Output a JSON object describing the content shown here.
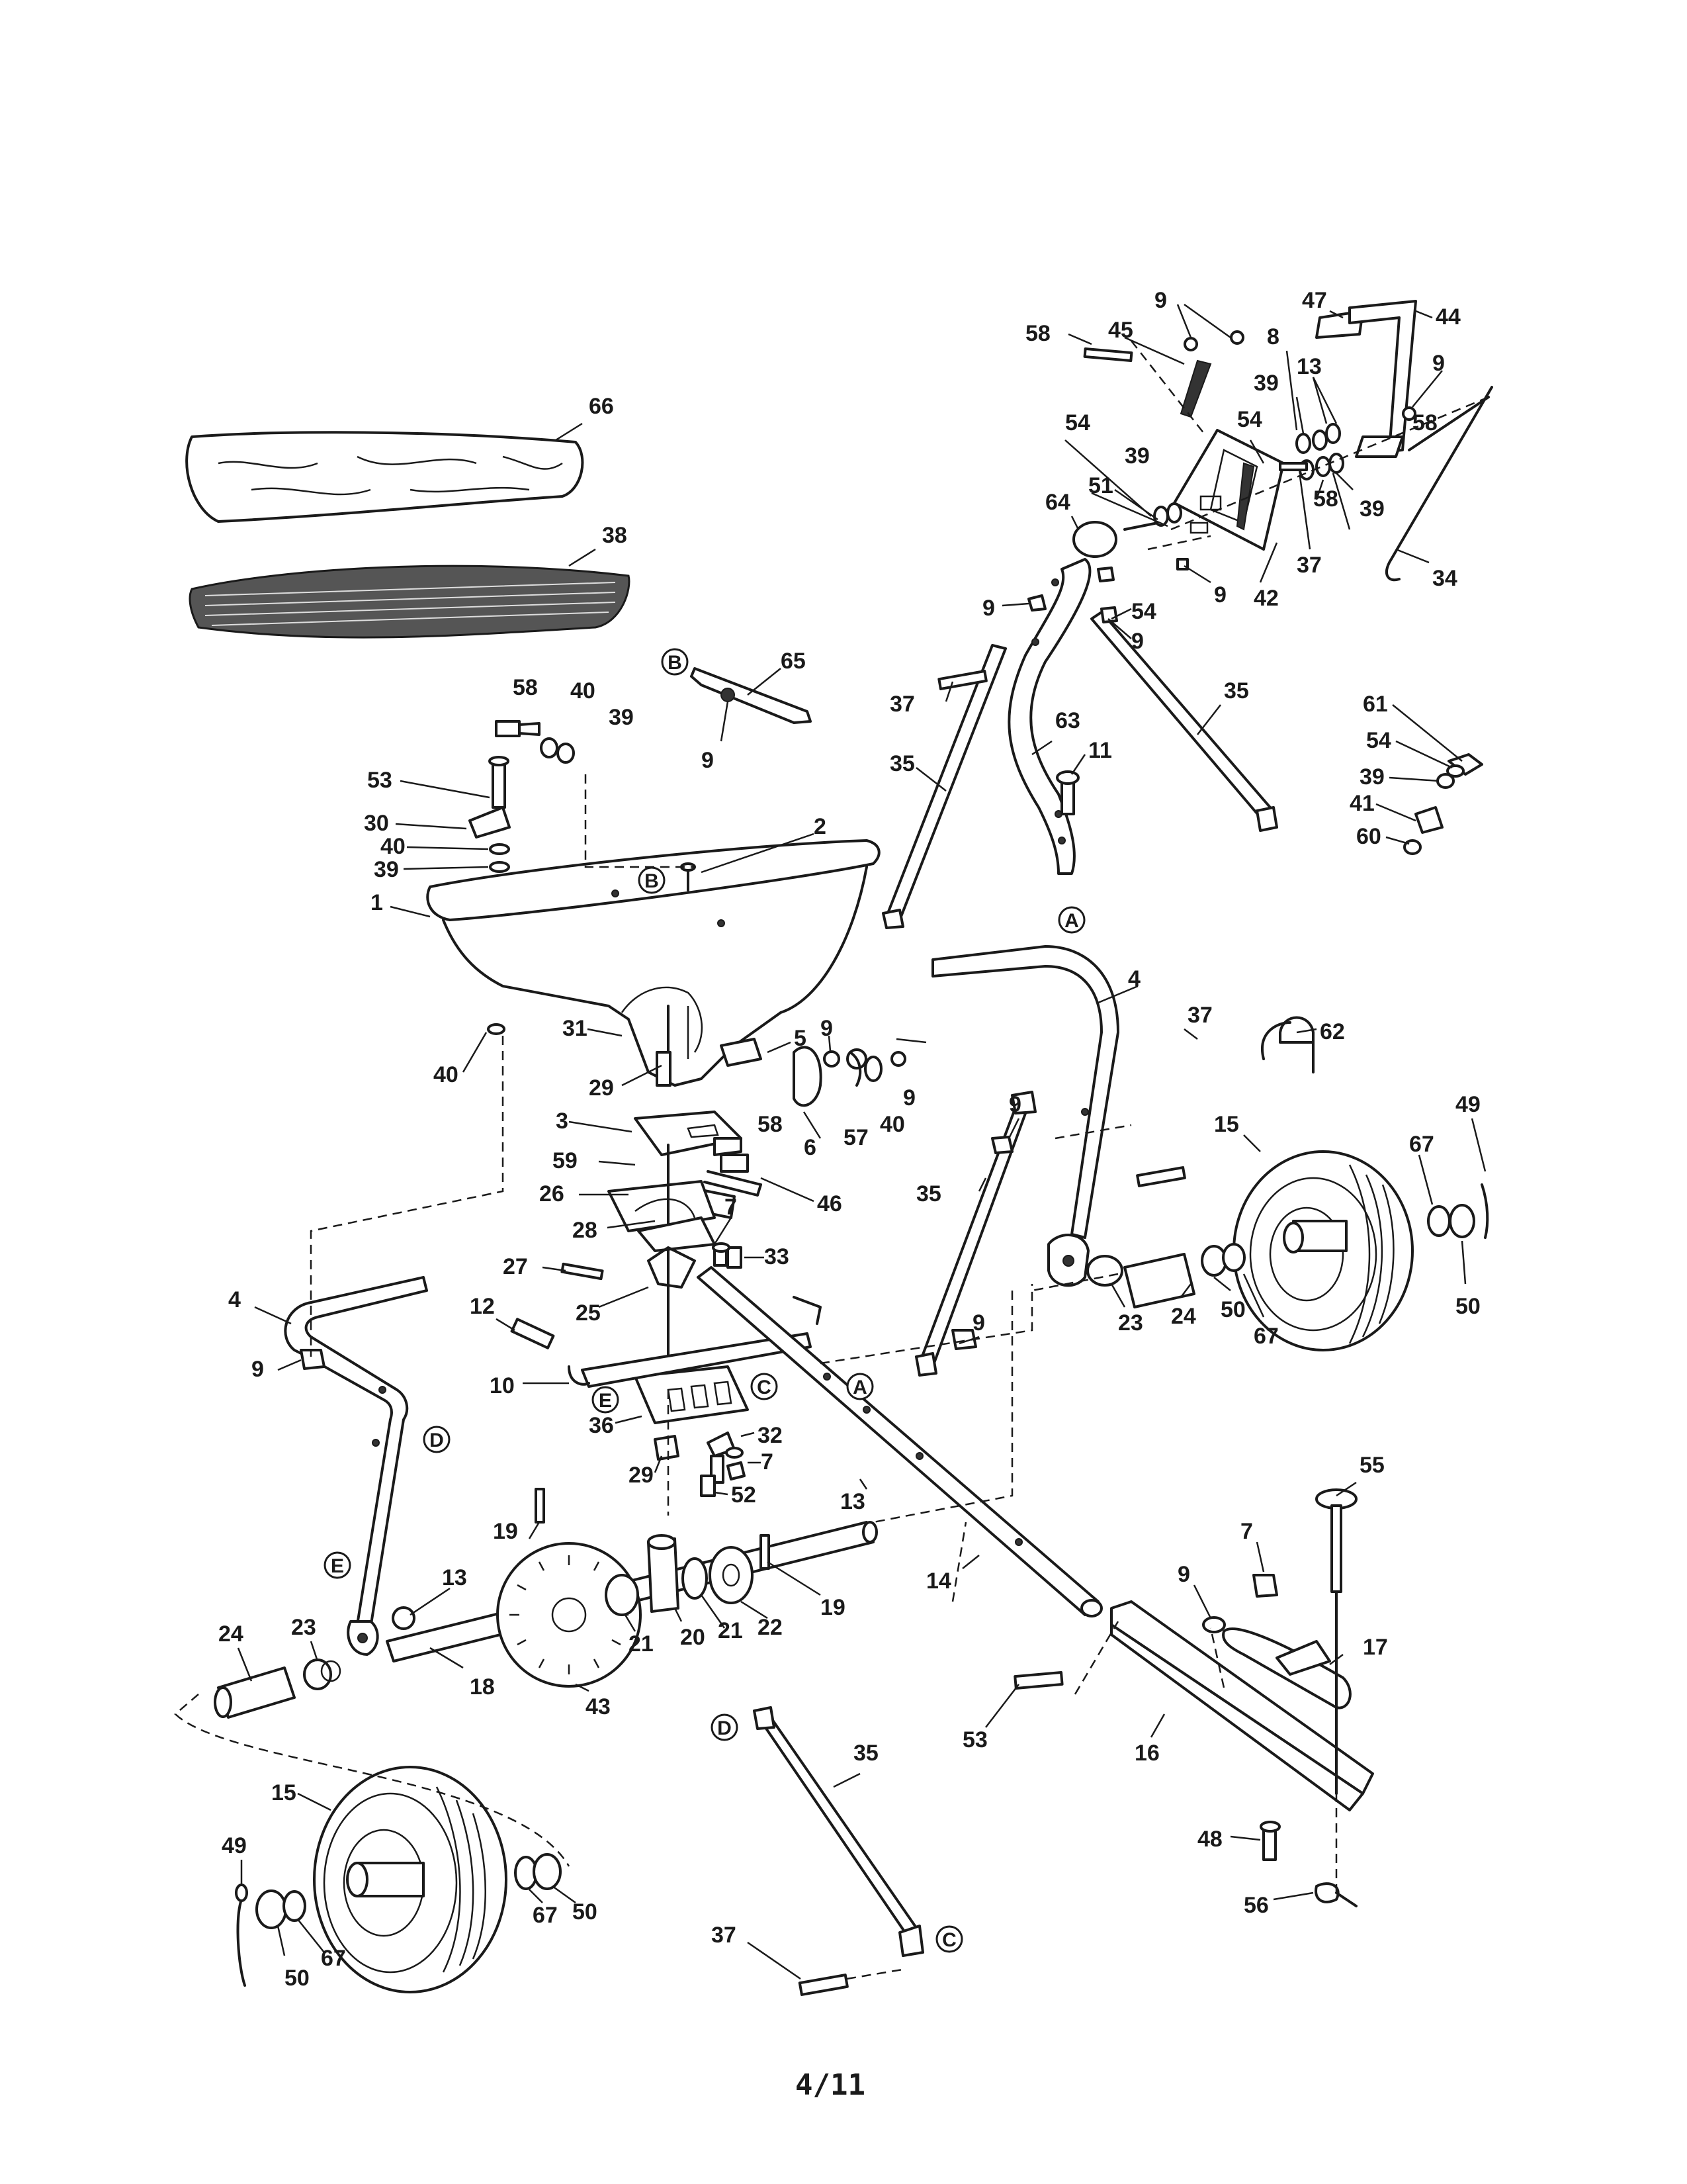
{
  "footer": {
    "page": "4/11"
  },
  "callouts": {
    "c66": "66",
    "c38": "38",
    "c65": "65",
    "c9_65": "9",
    "c58_tl": "58",
    "c40_tl": "40",
    "c39_tl": "39",
    "c53_tl": "53",
    "c30": "30",
    "c40_a": "40",
    "c39_a": "39",
    "c2": "2",
    "c1": "1",
    "c40_b": "40",
    "c31": "31",
    "c29_a": "29",
    "c5": "5",
    "c9_a": "9",
    "c9_b": "9",
    "c40_c": "40",
    "c57": "57",
    "c6": "6",
    "c58_b": "58",
    "c3": "3",
    "c59": "59",
    "c46": "46",
    "c26": "26",
    "c28": "28",
    "c7_a": "7",
    "c33": "33",
    "c27": "27",
    "c25": "25",
    "c12": "12",
    "c10": "10",
    "c36": "36",
    "c32": "32",
    "c7_b": "7",
    "c29_b": "29",
    "c52": "52",
    "c13_a": "13",
    "c4_l": "4",
    "c9_l": "9",
    "c19_a": "19",
    "c13_b": "13",
    "c24_l": "24",
    "c23_l": "23",
    "c18": "18",
    "c43": "43",
    "c21_a": "21",
    "c20": "20",
    "c21_b": "21",
    "c22": "22",
    "c19_b": "19",
    "c14": "14",
    "c15_l": "15",
    "c49_l": "49",
    "c50_l1": "50",
    "c67_l": "67",
    "c67_l2": "67",
    "c50_l2": "50",
    "c35_d": "35",
    "c37_d": "37",
    "c9_t1": "9",
    "c47": "47",
    "c44": "44",
    "c58_t": "58",
    "c45": "45",
    "c8": "8",
    "c13_t": "13",
    "c9_t2": "9",
    "c39_t1": "39",
    "c54_t1": "54",
    "c54_t2": "54",
    "c39_t2": "39",
    "c58_t2": "58",
    "c51": "51",
    "c64": "64",
    "c39_t3": "39",
    "c58_t3": "58",
    "c37_t": "37",
    "c34": "34",
    "c9_t3": "9",
    "c42": "42",
    "c9_t4": "9",
    "c54_t3": "54",
    "c9_t5": "9",
    "c37_m": "37",
    "c63": "63",
    "c35_t1": "35",
    "c11": "11",
    "c35_t2": "35",
    "c61": "61",
    "c54_r": "54",
    "c39_r": "39",
    "c41": "41",
    "c60": "60",
    "c4_r": "4",
    "c37_r": "37",
    "c62": "62",
    "c9_r1": "9",
    "c35_r": "35",
    "c15_r": "15",
    "c49_r": "49",
    "c67_r1": "67",
    "c9_r2": "9",
    "c23_r": "23",
    "c24_r": "24",
    "c50_r1": "50",
    "c67_r2": "67",
    "c50_r2": "50",
    "c55": "55",
    "c7_r": "7",
    "c9_r3": "9",
    "c17": "17",
    "c53_r": "53",
    "c16": "16",
    "c48": "48",
    "c56": "56"
  },
  "refs": {
    "B1": "B",
    "B2": "B",
    "A1": "A",
    "A2": "A",
    "C1": "C",
    "C2": "C",
    "D1": "D",
    "D2": "D",
    "E1": "E",
    "E2": "E"
  }
}
